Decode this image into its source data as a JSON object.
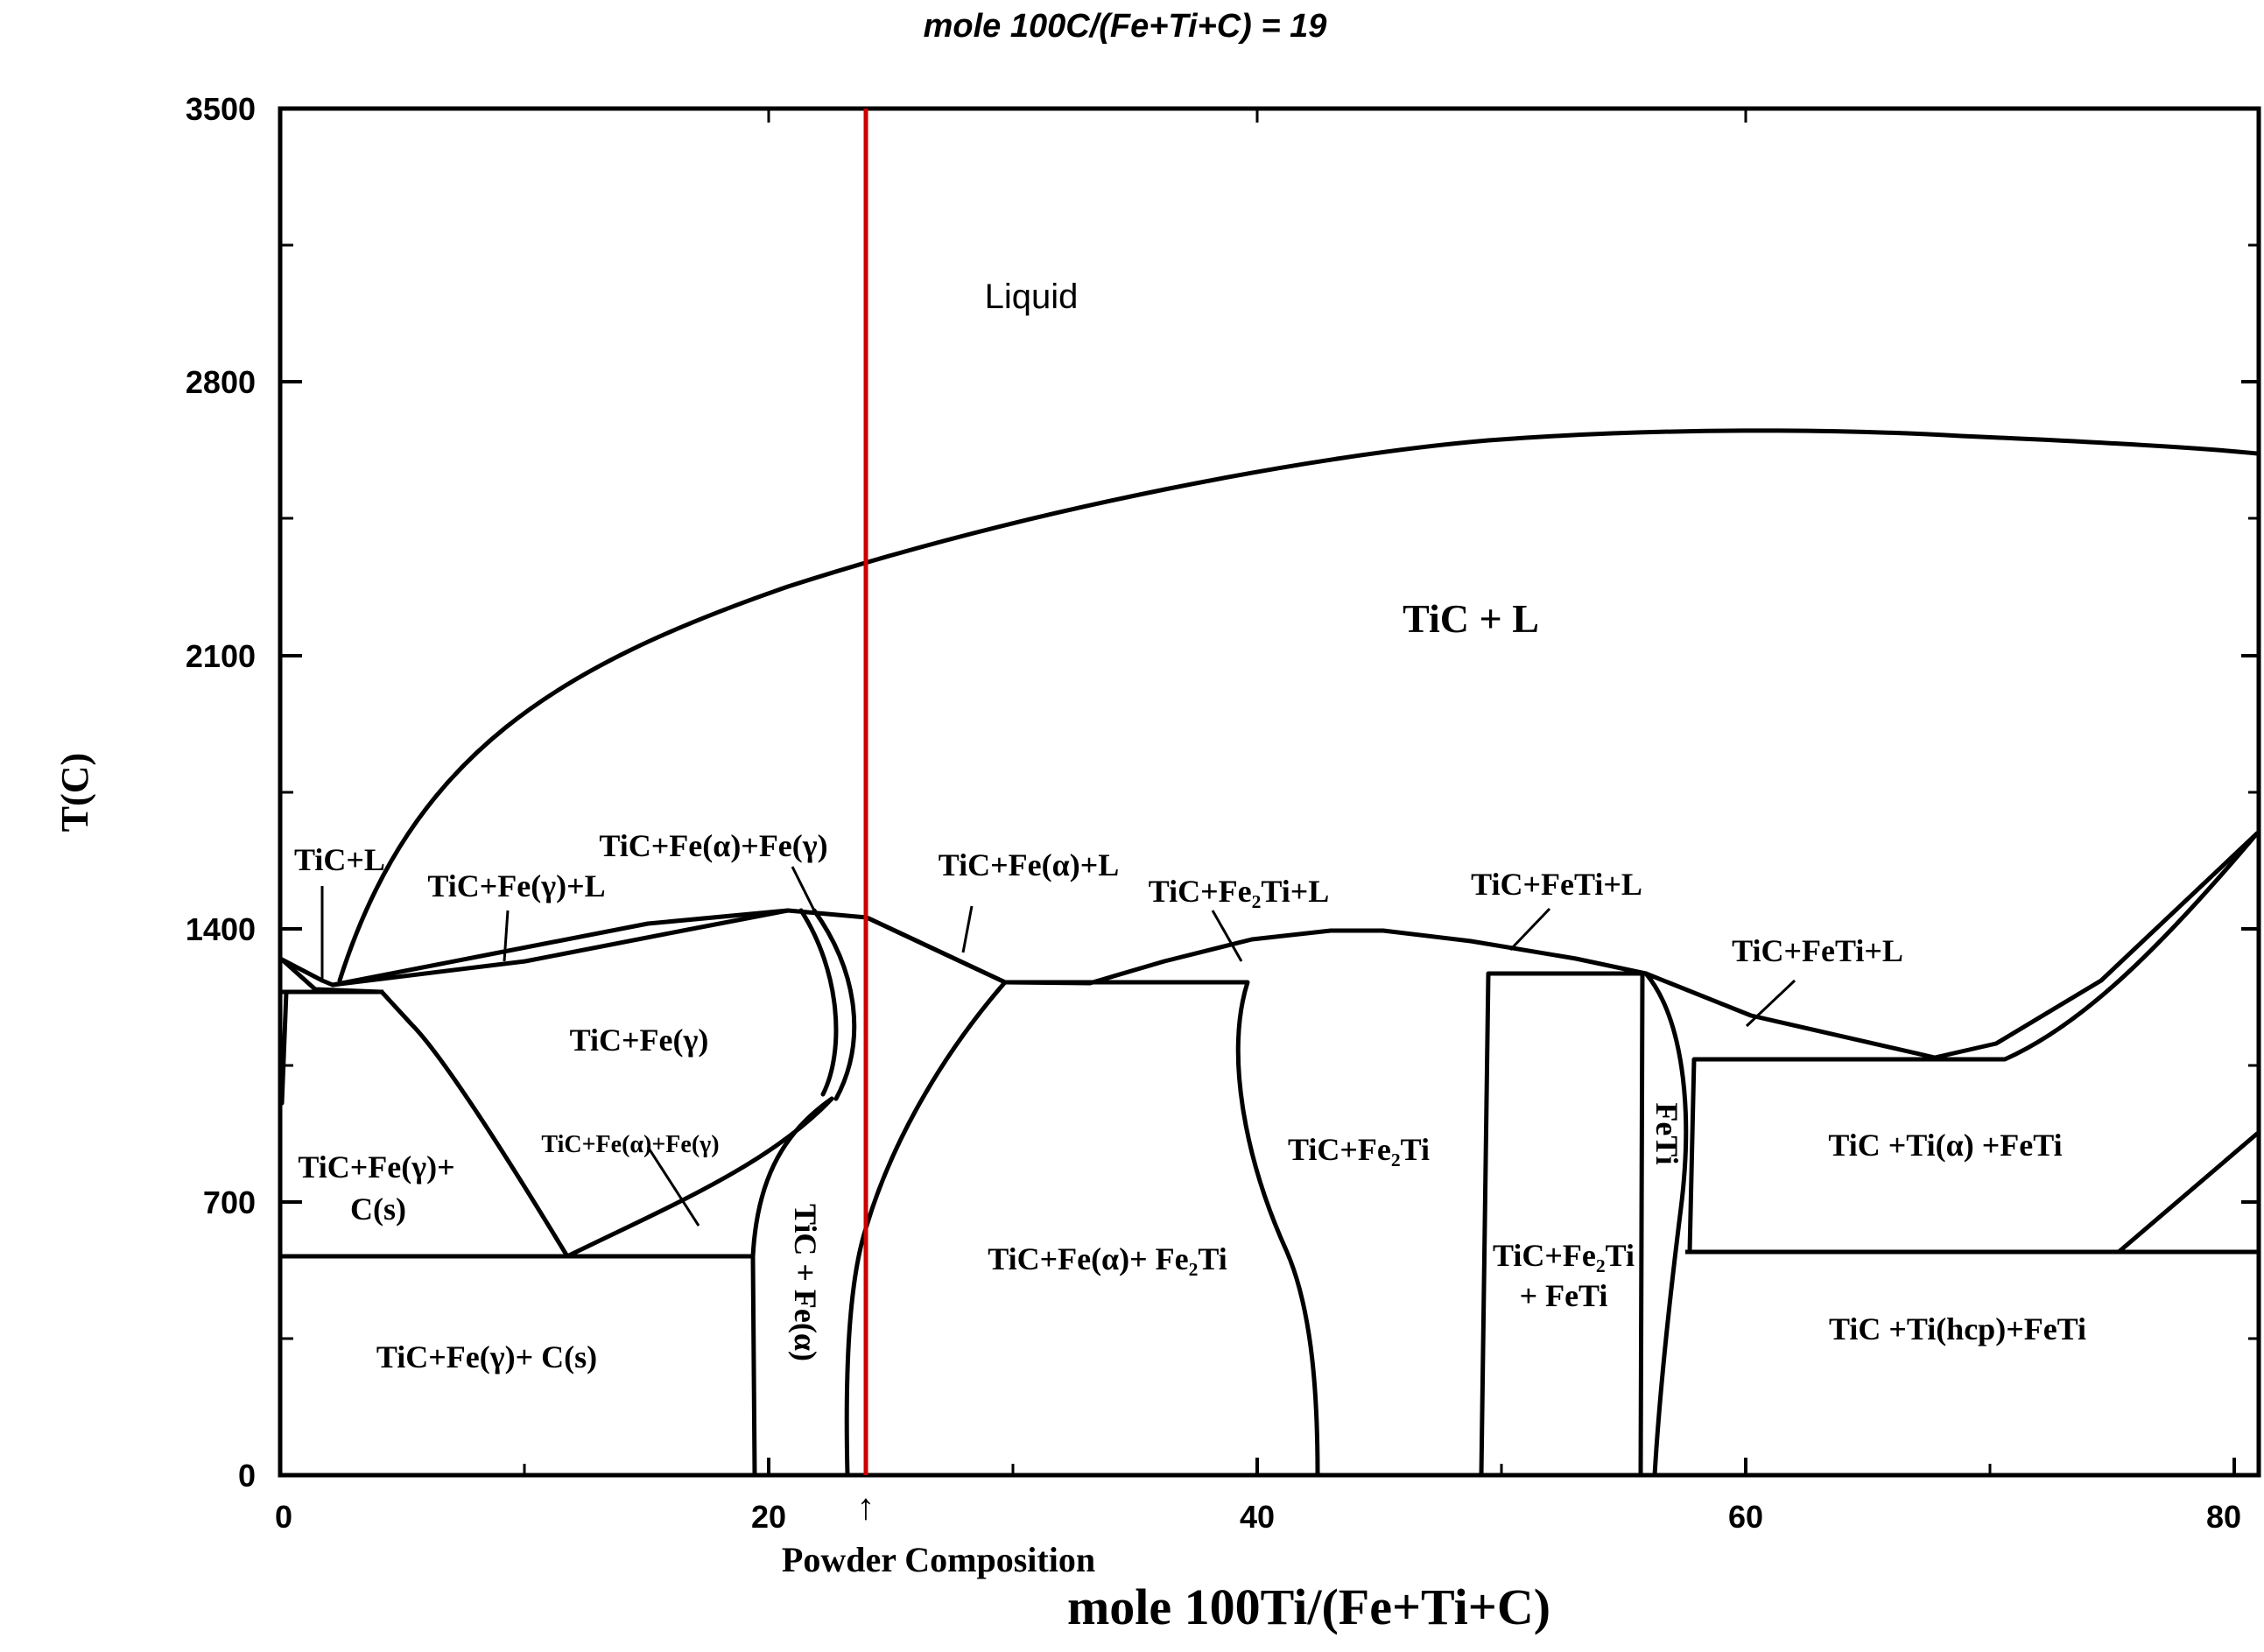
{
  "title": "mole 100C/(Fe+Ti+C) = 19",
  "ylabel": "T(C)",
  "xlabel": "mole 100Ti/(Fe+Ti+C)",
  "x_ticks": [
    "0",
    "20",
    "40",
    "60",
    "80"
  ],
  "y_ticks": [
    "3500",
    "2800",
    "2100",
    "1400",
    "700",
    "0"
  ],
  "marker": {
    "label": "Powder Composition",
    "arrow": "↑",
    "x": 24,
    "color": "#cc0000"
  },
  "regions": {
    "liquid": "Liquid",
    "tic_l_big": "TiC + L",
    "tic_l_small": "TiC+L",
    "tic_fe_gamma_l": "TiC+Fe(γ)+L",
    "tic_fe_alpha_fe_gamma_top": "TiC+Fe(α)+Fe(γ)",
    "tic_fe_alpha_l": "TiC+Fe(α)+L",
    "tic_fe2ti_l": "TiC+Fe₂Ti+L",
    "tic_feti_l_1": "TiC+FeTi+L",
    "tic_feti_l_2": "TiC+FeTi+L",
    "tic_fe_gamma": "TiC+Fe(γ)",
    "tic_fe_gamma_cs_1": "TiC+Fe(γ)+",
    "tic_fe_gamma_cs_2": "C(s)",
    "tic_fe_alpha_fe_gamma_low": "TiC+Fe(α)+Fe(γ)",
    "tic_fe_alpha_vertical": "TiC + Fe(α)",
    "tic_fe_alpha_fe2ti": "TiC+Fe(α)+ Fe₂Ti",
    "tic_fe2ti": "TiC+Fe₂Ti",
    "tic_fe2ti_feti_1": "TiC+Fe₂Ti",
    "tic_fe2ti_feti_2": "+ FeTi",
    "feti": "FeTi",
    "tic_ti_alpha_feti": "TiC +Ti(α) +FeTi",
    "tic_ti_hcp_feti": "TiC +Ti(hcp)+FeTi",
    "tic_fe_gamma_cs_bottom": "TiC+Fe(γ)+ C(s)"
  },
  "colors": {
    "line": "#000000",
    "marker": "#cc0000"
  }
}
